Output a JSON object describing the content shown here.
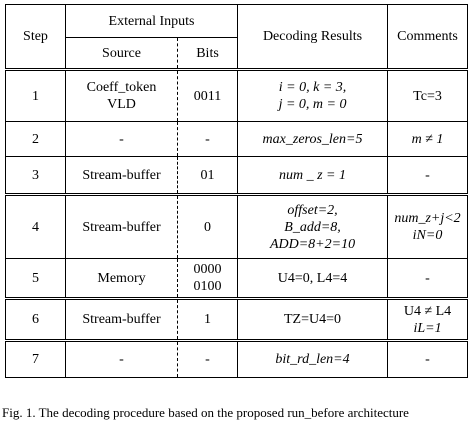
{
  "header": {
    "step": "Step",
    "external_inputs": "External Inputs",
    "source": "Source",
    "bits": "Bits",
    "decoding_results": "Decoding Results",
    "comments": "Comments"
  },
  "rows": [
    {
      "step": "1",
      "source_lines": [
        "Coeff_token",
        "VLD"
      ],
      "bits_lines": [
        "0011"
      ],
      "result_lines": [
        "i = 0, k = 3,",
        "j = 0, m = 0"
      ],
      "comment_lines": [
        "Tc=3"
      ]
    },
    {
      "step": "2",
      "source_lines": [
        "-"
      ],
      "bits_lines": [
        "-"
      ],
      "result_lines": [
        "max_zeros_len=5"
      ],
      "comment_lines": [
        "m ≠ 1"
      ]
    },
    {
      "step": "3",
      "source_lines": [
        "Stream-buffer"
      ],
      "bits_lines": [
        "01"
      ],
      "result_lines": [
        "num _ z = 1"
      ],
      "comment_lines": [
        "-"
      ]
    },
    {
      "step": "4",
      "source_lines": [
        "Stream-buffer"
      ],
      "bits_lines": [
        "0"
      ],
      "result_lines": [
        "offset=2,",
        "B_add=8,",
        "ADD=8+2=10"
      ],
      "comment_lines": [
        "num_z+j<2",
        "iN=0"
      ]
    },
    {
      "step": "5",
      "source_lines": [
        "Memory"
      ],
      "bits_lines": [
        "0000",
        "0100"
      ],
      "result_lines": [
        "U4=0, L4=4"
      ],
      "comment_lines": [
        "-"
      ]
    },
    {
      "step": "6",
      "source_lines": [
        "Stream-buffer"
      ],
      "bits_lines": [
        "1"
      ],
      "result_lines": [
        "TZ=U4=0"
      ],
      "comment_lines": [
        "U4 ≠ L4",
        "iL=1"
      ]
    },
    {
      "step": "7",
      "source_lines": [
        "-"
      ],
      "bits_lines": [
        "-"
      ],
      "result_lines": [
        "bit_rd_len=4"
      ],
      "comment_lines": [
        "-"
      ]
    }
  ],
  "caption": "Fig. 1.  The decoding procedure based on the proposed run_before architecture"
}
